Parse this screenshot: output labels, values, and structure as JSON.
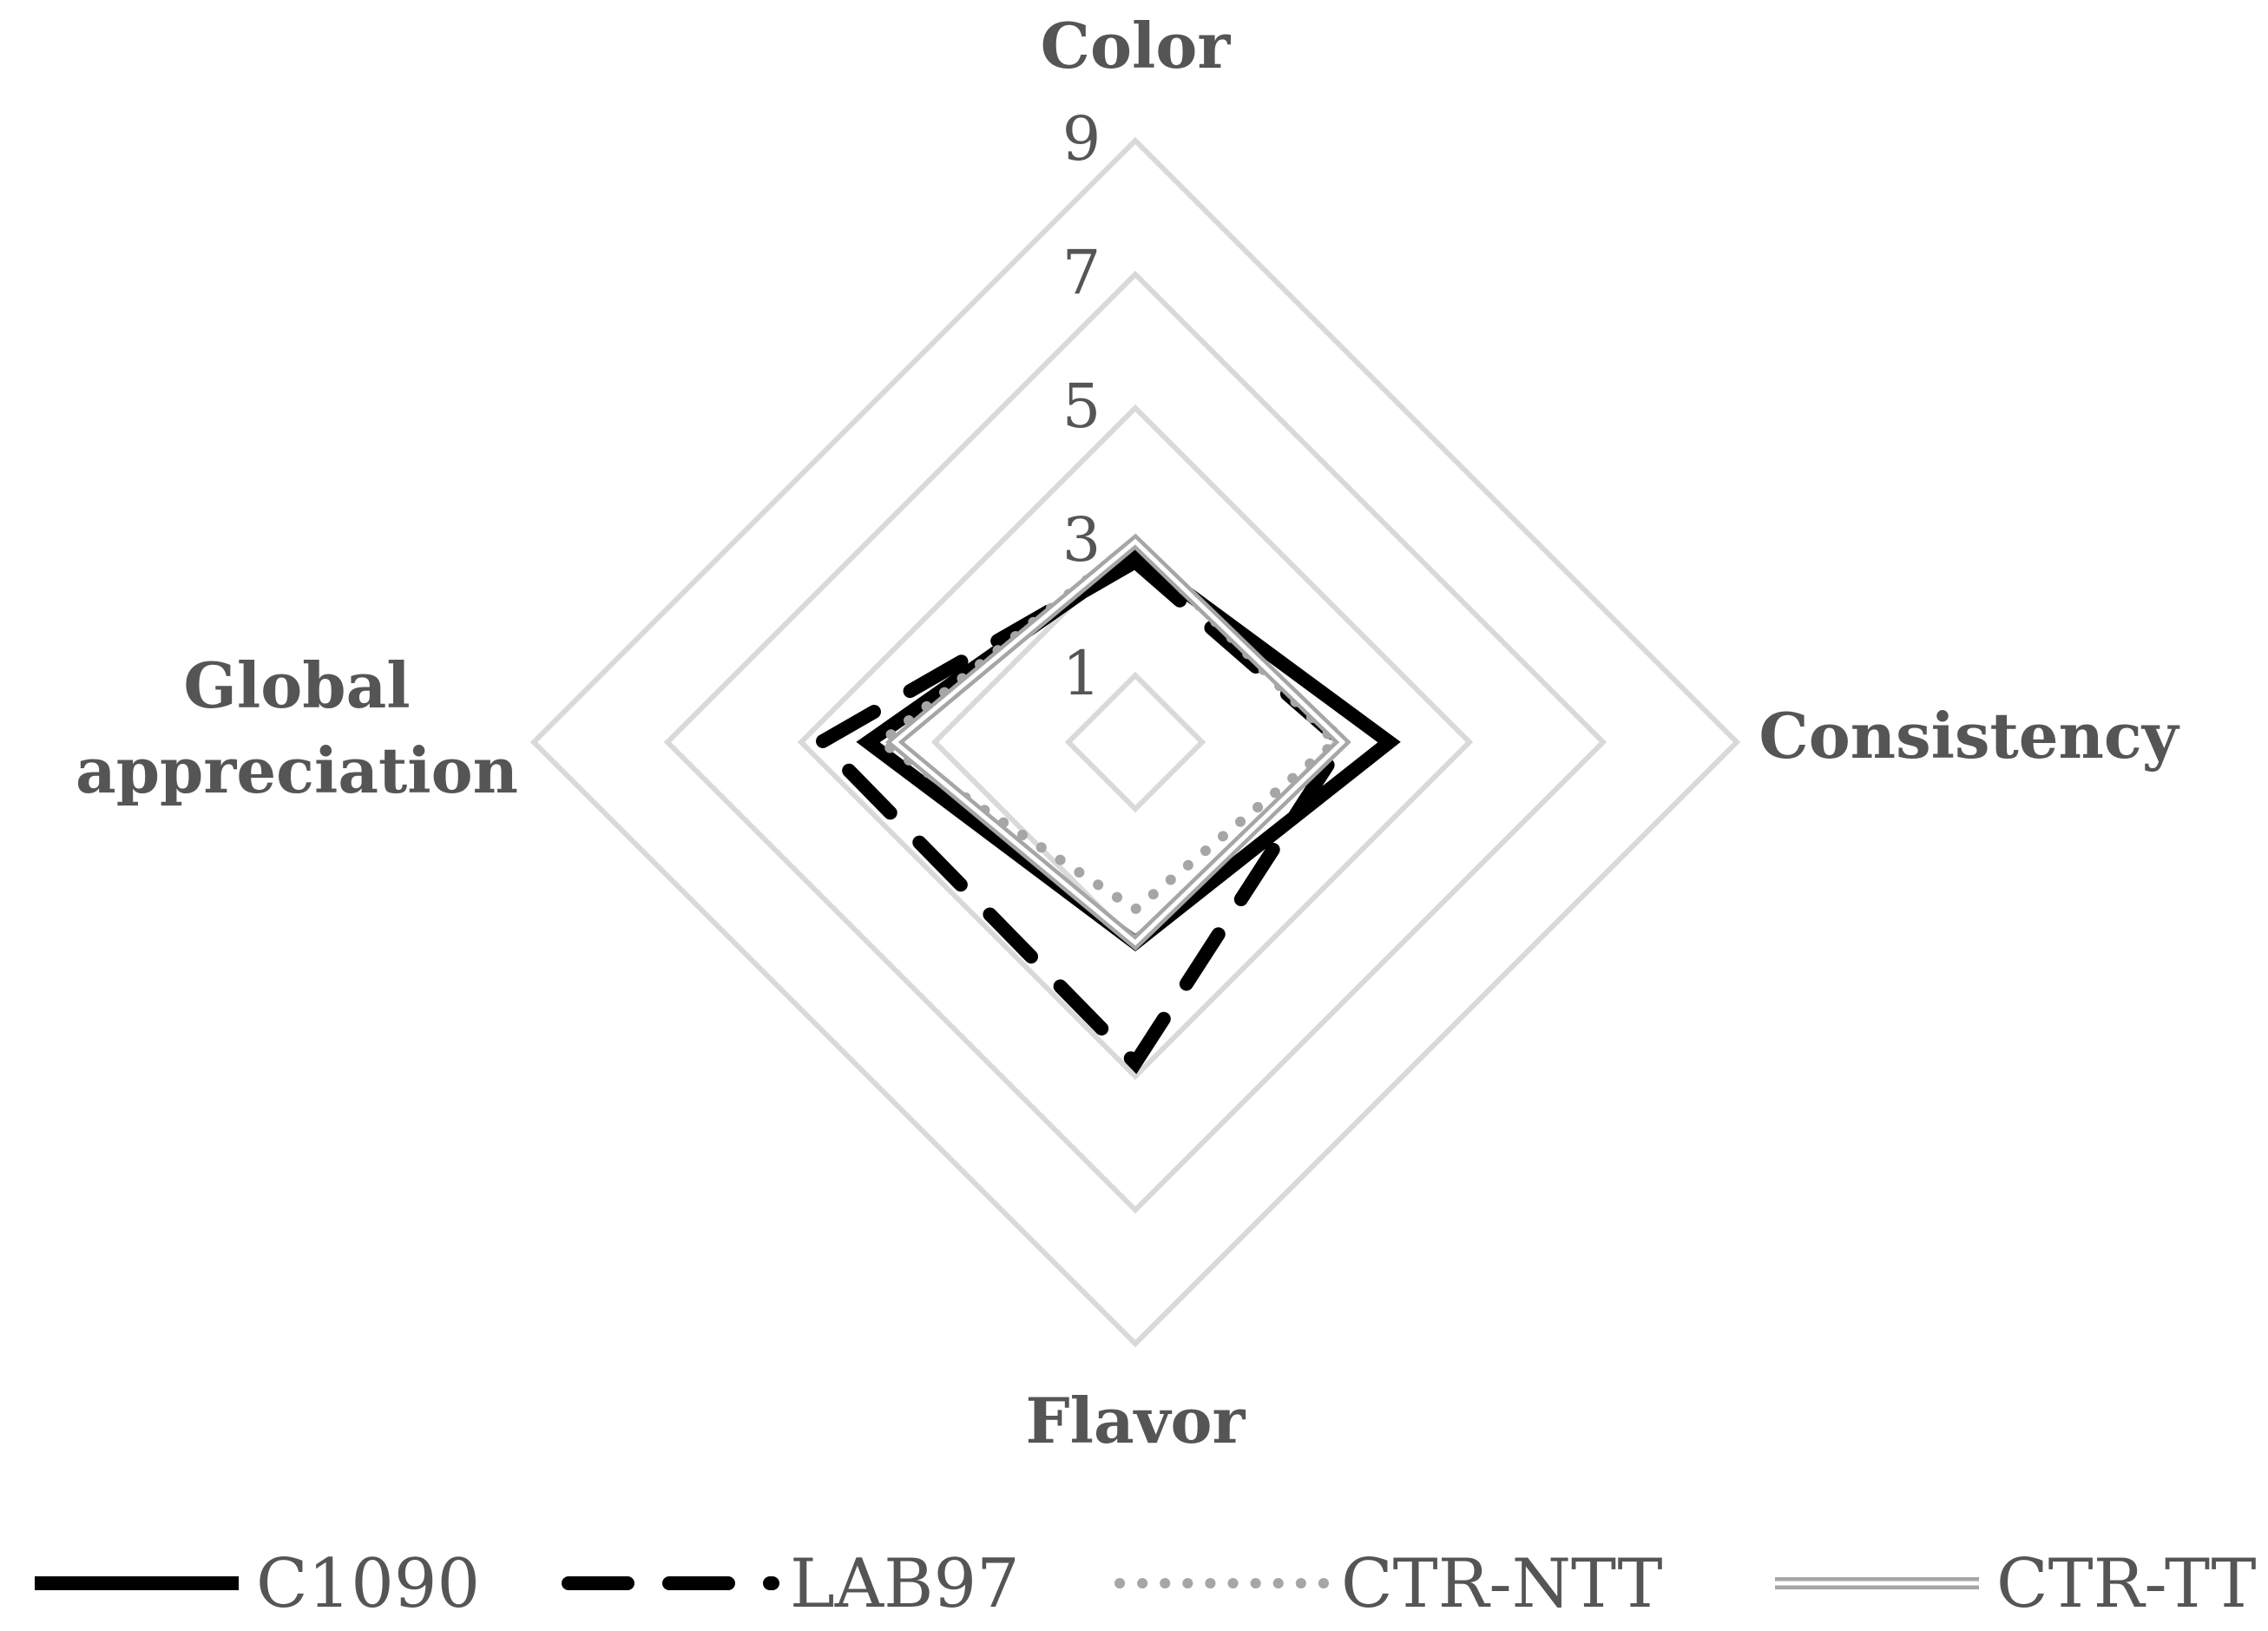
{
  "chart_data": {
    "type": "radar",
    "axes": [
      "Color",
      "Consistency",
      "Flavor",
      "Global appreciation"
    ],
    "axis_label_lines": [
      [
        "Color"
      ],
      [
        "Consistency"
      ],
      [
        "Flavor"
      ],
      [
        "Global",
        "appreciation"
      ]
    ],
    "scale": {
      "min": 0,
      "max": 9,
      "ring_values": [
        1,
        3,
        5,
        7,
        9
      ]
    },
    "tick_labels": [
      "1",
      "3",
      "5",
      "7",
      "9"
    ],
    "grid": true,
    "legend_position": "bottom",
    "series": [
      {
        "name": "C1090",
        "values": [
          2.8,
          3.8,
          3.0,
          4.0
        ],
        "color": "#000000",
        "style": "solid"
      },
      {
        "name": "LAB97",
        "values": [
          2.7,
          3.1,
          4.8,
          4.7
        ],
        "color": "#000000",
        "style": "dashed"
      },
      {
        "name": "CTR-NTT",
        "values": [
          3.0,
          3.0,
          2.5,
          3.8
        ],
        "color": "#a6a6a6",
        "style": "dotted"
      },
      {
        "name": "CTR-TT",
        "values": [
          3.0,
          3.1,
          3.0,
          3.6
        ],
        "color": "#a6a6a6",
        "style": "double"
      }
    ],
    "gridline_color": "#d9d9d9",
    "text_color": "#555555"
  }
}
